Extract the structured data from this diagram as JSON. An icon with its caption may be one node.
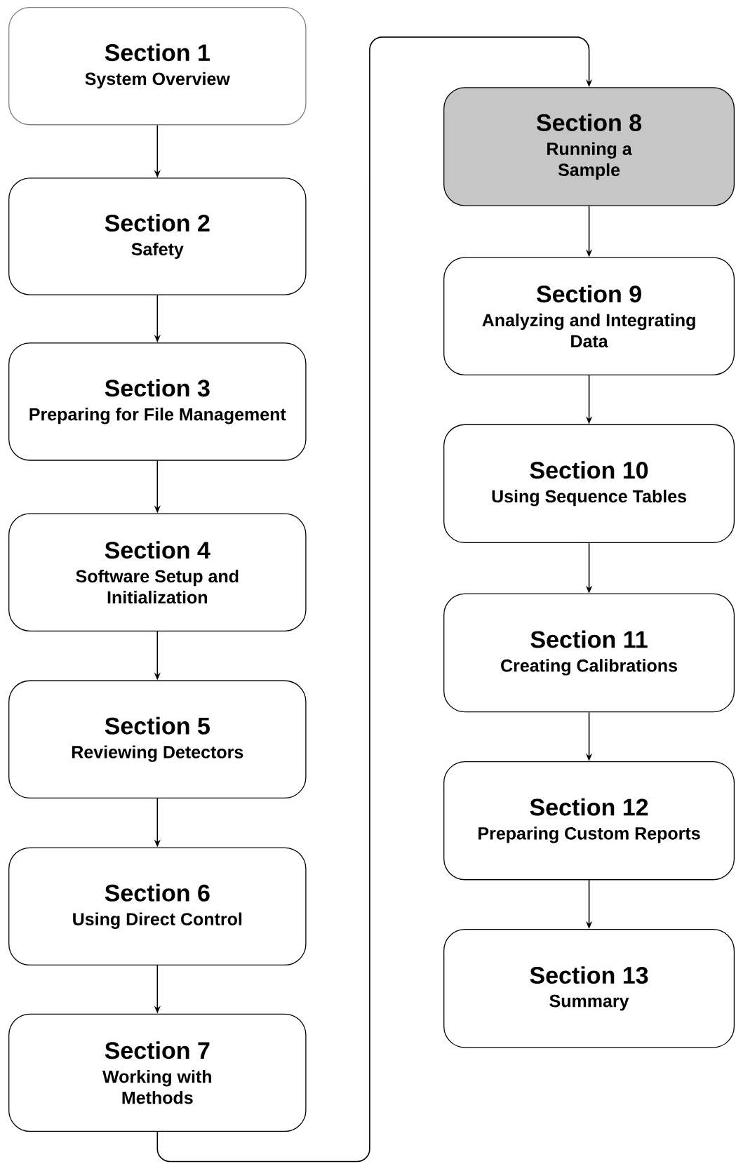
{
  "diagram": {
    "nodes": [
      {
        "text": [
          "Section 1",
          "System Overview"
        ]
      },
      {
        "text": [
          "Section 2",
          "Safety"
        ]
      },
      {
        "text": [
          "Section 3",
          "Preparing for File Management"
        ]
      },
      {
        "text": [
          "Section 4",
          "Software Setup and Initialization"
        ]
      },
      {
        "text": [
          "Section 5",
          "Reviewing Detectors"
        ]
      },
      {
        "text": [
          "Section 6",
          "Using Direct Control"
        ]
      },
      {
        "text": [
          "Section 7",
          "Working with Methods"
        ]
      },
      {
        "text": [
          "Section 8",
          "Running a Sample"
        ]
      },
      {
        "text": [
          "Section 9",
          "Analyzing and Integrating Data"
        ]
      },
      {
        "text": [
          "Section 10",
          "Using Sequence Tables"
        ]
      },
      {
        "text": [
          "Section 11",
          "Creating Calibrations"
        ]
      },
      {
        "text": [
          "Section 12",
          "Preparing Custom Reports"
        ]
      },
      {
        "text": [
          "Section 13",
          "Summary"
        ]
      }
    ],
    "edges": [
      {
        "from": 0,
        "to": 1,
        "arrow": "to"
      },
      {
        "from": 1,
        "to": 2,
        "arrow": "to"
      },
      {
        "from": 2,
        "to": 3,
        "arrow": "to"
      },
      {
        "from": 3,
        "to": 4,
        "arrow": "to"
      },
      {
        "from": 4,
        "to": 5,
        "arrow": "to"
      },
      {
        "from": 5,
        "to": 6,
        "arrow": "to"
      },
      {
        "from": 6,
        "to": 7,
        "arrow": "to"
      },
      {
        "from": 7,
        "to": 8,
        "arrow": "to"
      },
      {
        "from": 8,
        "to": 9,
        "arrow": "to"
      },
      {
        "from": 9,
        "to": 10,
        "arrow": "to"
      },
      {
        "from": 10,
        "to": 11,
        "arrow": "to"
      },
      {
        "from": 11,
        "to": 12,
        "arrow": "to"
      }
    ]
  }
}
